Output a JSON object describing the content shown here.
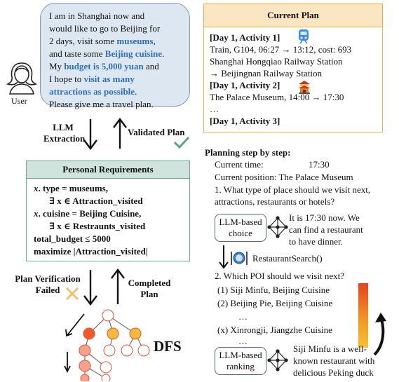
{
  "user_label": "User",
  "bubble": {
    "l1": "I am in Shanghai now and",
    "l2": "would like to go to Beijing for",
    "l3a": "2 days, visit some ",
    "l3b": "museums",
    "l3c": ",",
    "l4a": "and taste some ",
    "l4b": "Beijing cuisine",
    "l4c": ".",
    "l5a": "My ",
    "l5b": "budget is 5,000 yuan",
    "l5c": " and",
    "l6a": "I hope to ",
    "l6b": "visit as many",
    "l7a": "attractions as possible",
    "l7b": ".",
    "l8": "Please give me a travel plan."
  },
  "arrows": {
    "llm_extraction_1": "LLM",
    "llm_extraction_2": "Extraction",
    "validated_plan": "Validated Plan",
    "verify_failed_1": "Plan Verification",
    "verify_failed_2": "Failed",
    "completed_1": "Completed",
    "completed_2": "Plan"
  },
  "plan": {
    "title": "Current Plan",
    "d1a1": "[Day 1, Activity 1]",
    "train_1": "Train, G104, 06:27 → 13:12, cost: 693",
    "train_2": "Shanghai Hongqiao Railway Station",
    "train_3": "→ Beijingnan Railway Station",
    "d1a2": "[Day 1, Activity 2]",
    "museum": "The Palace Museum, 14:00 → 17:30",
    "ellipsis": "…",
    "d1a3": "[Day 1, Activity 3]"
  },
  "requirements": {
    "title": "Personal Requirements",
    "r1a": "x",
    "r1b": ". type = museums,",
    "r2": "∃ x ∈ Attraction_visited",
    "r3a": "x",
    "r3b": ". cuisine = Beijing Cuisine,",
    "r4": "∃ x ∈ Restraunts_visited",
    "r5": "total_budget  ≤ 5000",
    "r6": "maximize |Attraction_visited|"
  },
  "dfs_label": "DFS",
  "planning": {
    "title": "Planning step by step:",
    "time_label": "Current time:",
    "time_value": "17:30",
    "position": "Current position: The Palace Museum",
    "q1_a": "1. What type of place should we visit next,",
    "q1_b": "attractions, restaurants or hotels?",
    "choice_box_1": "LLM-based",
    "choice_box_2": "choice",
    "choice_text_1": "It is 17:30 now. We",
    "choice_text_2": "can find a restaurant",
    "choice_text_3": "to have dinner.",
    "action": "RestaurantSearch()",
    "q2": "2. Which POI should we visit next?",
    "opt1": "(1) Siji Minfu, Beijing Cuisine",
    "opt2": "(2) Beijing Pie, Beijing Cuisine",
    "dots1": "…",
    "optx": "(x) Xinrongji, Jiangzhe Cuisine",
    "dots2": "…",
    "rank_box_1": "LLM-based",
    "rank_box_2": "ranking",
    "rank_text_1": "Siji Minfu is a well-",
    "rank_text_2": "known restaurant with",
    "rank_text_3": "delicious Peking duck"
  },
  "colors": {
    "bubble_fill": "#dde7f1",
    "plan_header": "#fbe6c2",
    "req_header": "#cfe4dc",
    "highlight_blue": "#2f6fbf",
    "tree_red": "#f05a28",
    "tree_orange": "#f6b93b",
    "tree_light": "#f7a08a"
  }
}
